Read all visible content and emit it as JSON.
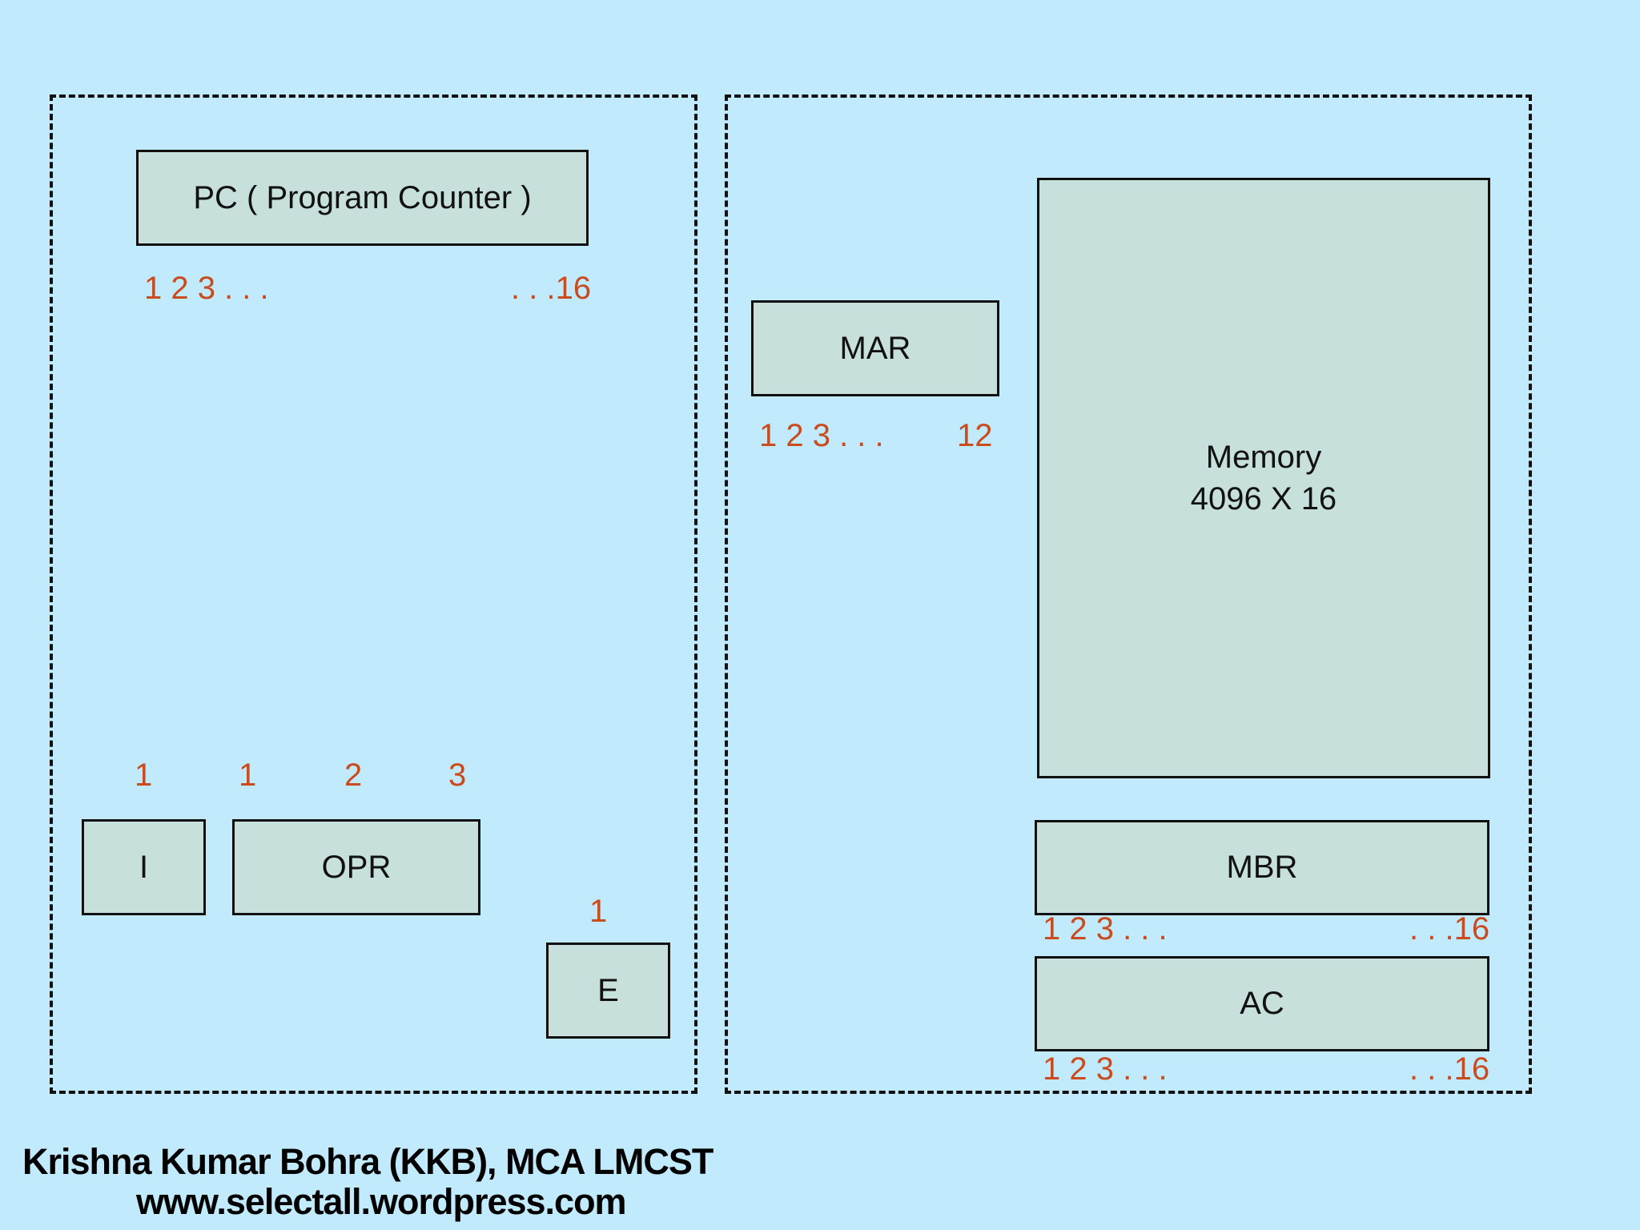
{
  "colors": {
    "background": "#c1ebfd",
    "box_fill": "#c7e0dc",
    "ink": "#111111",
    "bit_label": "#c94b1e"
  },
  "left_panel": {
    "pc": {
      "label": "PC ( Program Counter )",
      "bits_left": "1 2 3 . . .",
      "bits_right": ". . .16"
    },
    "i": {
      "label": "I",
      "bit_above": "1"
    },
    "opr": {
      "label": "OPR",
      "bits_above": [
        "1",
        "2",
        "3"
      ]
    },
    "e": {
      "label": "E",
      "bit_above": "1"
    }
  },
  "right_panel": {
    "mar": {
      "label": "MAR",
      "bits_left": "1 2 3 . . .",
      "bits_right": "12"
    },
    "memory": {
      "line1": "Memory",
      "line2": "4096 X 16"
    },
    "mbr": {
      "label": "MBR",
      "bits_left": "1 2 3 . . .",
      "bits_right": ". . .16"
    },
    "ac": {
      "label": "AC",
      "bits_left": "1 2 3 . . .",
      "bits_right": ". . .16"
    }
  },
  "footer": {
    "line1": "Krishna Kumar Bohra (KKB), MCA LMCST",
    "line2": "www.selectall.wordpress.com"
  }
}
